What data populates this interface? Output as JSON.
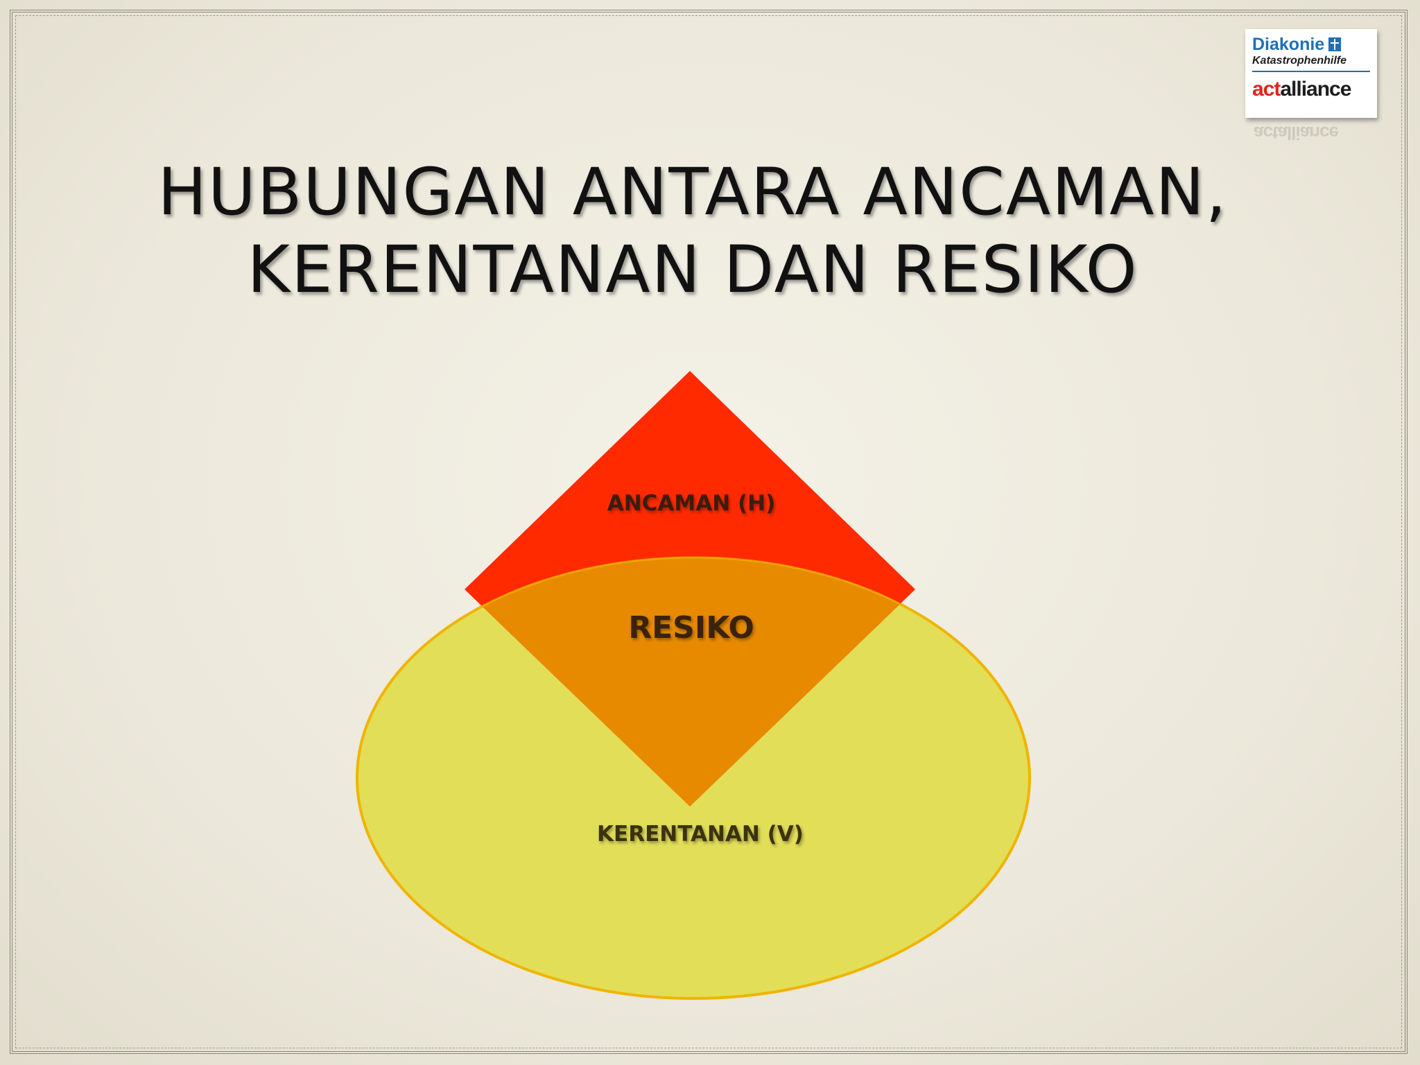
{
  "title": {
    "line1": "HUBUNGAN ANTARA ANCAMAN,",
    "line2": "KERENTANAN DAN RESIKO"
  },
  "logo": {
    "diakonie": "Diakonie",
    "katastrophenhilfe": "Katastrophenhilfe",
    "act": "act",
    "alliance": "alliance"
  },
  "diagram": {
    "hazard_label": "ANCAMAN (H)",
    "risk_label": "RESIKO",
    "vulnerability_label": "KERENTANAN (V)"
  },
  "colors": {
    "hazard": "#ff2a00",
    "vulnerability": "#e2de58",
    "risk": "#e88a00",
    "background": "#efebdf"
  }
}
